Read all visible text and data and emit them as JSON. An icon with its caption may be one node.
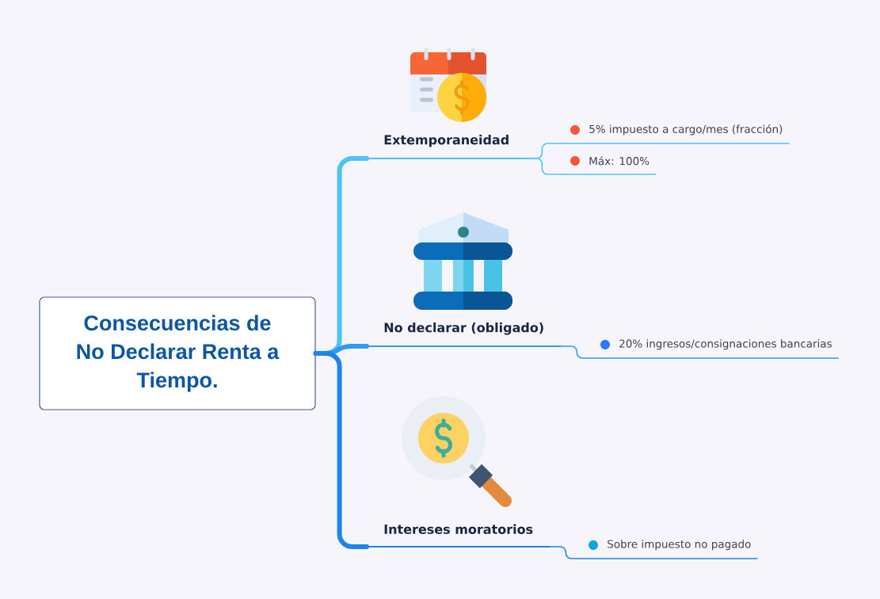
{
  "diagram": {
    "nodes": [
      {
        "text": [
          "Consecuencias de No Declarar Renta a Tiempo."
        ]
      },
      {
        "text": [
          "Extemporaneidad"
        ]
      },
      {
        "text": [
          "5% impuesto a cargo/mes (fracción)"
        ]
      },
      {
        "text": [
          "Máx: 100%"
        ]
      },
      {
        "text": [
          "No declarar (obligado)"
        ]
      },
      {
        "text": [
          "20% ingresos/consignaciones bancarias"
        ]
      },
      {
        "text": [
          "Intereses moratorios"
        ]
      },
      {
        "text": [
          "Sobre impuesto no pagado"
        ]
      }
    ],
    "edges": [
      {
        "from": 0,
        "to": 1,
        "arrow": "none",
        "style": "thick"
      },
      {
        "from": 0,
        "to": 4,
        "arrow": "none",
        "style": "thick",
        "color": "#2f9bf0"
      },
      {
        "from": 0,
        "to": 6,
        "arrow": "none",
        "style": "thick",
        "color": "#1f84e8"
      },
      {
        "from": 1,
        "to": 2,
        "arrow": "none"
      },
      {
        "from": 1,
        "to": 3,
        "arrow": "none"
      },
      {
        "from": 4,
        "to": 5,
        "arrow": "none",
        "color": "#2f9bf0"
      },
      {
        "from": 6,
        "to": 7,
        "arrow": "none",
        "color": "#1f84e8"
      }
    ]
  }
}
